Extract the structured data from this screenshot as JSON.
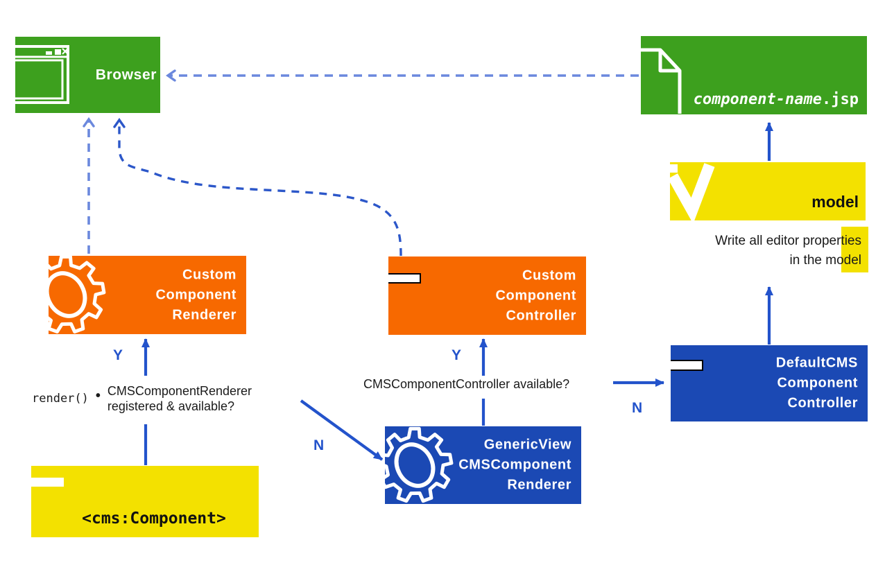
{
  "colors": {
    "green": "#3da01e",
    "orange": "#f76900",
    "blue": "#1b49b4",
    "yellow": "#f3e100",
    "arrow_solid": "#2353cb",
    "arrow_dashed_light": "#6b88dd",
    "arrow_dashed_dark": "#2c57c9",
    "ink": "#1a1a1a"
  },
  "nodes": {
    "browser": {
      "label": "Browser",
      "icon": "browser-window-icon"
    },
    "jsp": {
      "name": "component-name",
      "ext": ".jsp",
      "icon": "document-icon"
    },
    "model": {
      "label": "model",
      "icon": "down-arrow-icon"
    },
    "custom_renderer": {
      "line1": "Custom",
      "line2": "Component",
      "line3": "Renderer",
      "icon": "gear-icon"
    },
    "custom_controller": {
      "line1": "Custom",
      "line2": "Component",
      "line3": "Controller"
    },
    "generic_renderer": {
      "line1": "GenericView",
      "line2": "CMSComponent",
      "line3": "Renderer",
      "icon": "gear-icon"
    },
    "default_controller": {
      "line1": "DefaultCMS",
      "line2": "Component",
      "line3": "Controller"
    },
    "cms_tag": {
      "label": "<cms:Component>"
    }
  },
  "annotations": {
    "render_call": "render()",
    "bullet": "•",
    "renderer_question_line1": "CMSComponentRenderer",
    "renderer_question_line2": "registered & available?",
    "controller_question": "CMSComponentController available?",
    "write_model_line1": "Write all editor properties",
    "write_model_line2": "in the model",
    "yes_renderer": "Y",
    "no_renderer": "N",
    "yes_controller": "Y",
    "no_controller": "N"
  }
}
